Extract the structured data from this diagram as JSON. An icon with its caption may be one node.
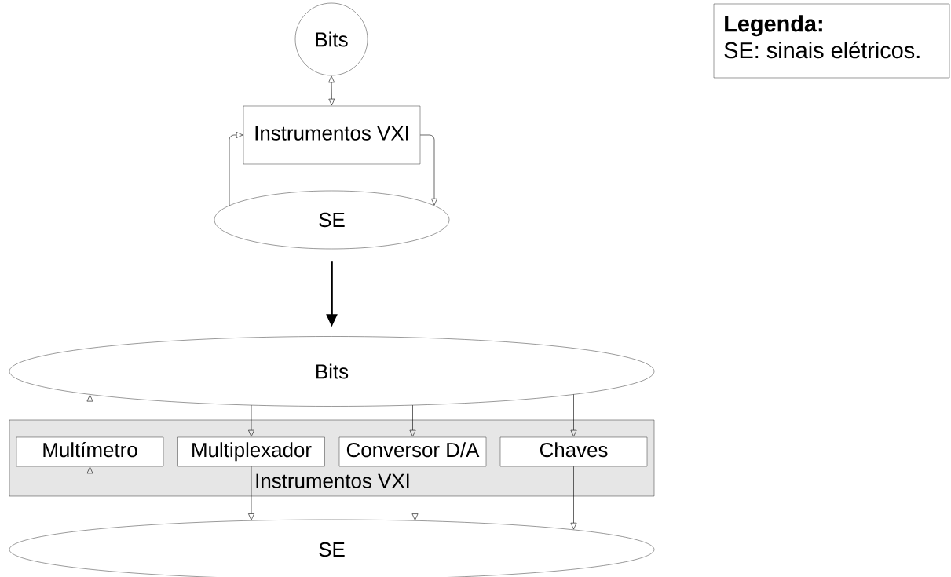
{
  "diagram": {
    "nodes": [
      {
        "text": [
          "Bits"
        ]
      },
      {
        "text": [
          "Instrumentos VXI"
        ]
      },
      {
        "text": [
          "SE"
        ]
      },
      {
        "text": [
          "Bits"
        ]
      },
      {
        "text": [
          "Instrumentos VXI"
        ]
      },
      {
        "text": [
          "Multímetro"
        ],
        "in": 4
      },
      {
        "text": [
          "Multiplexador"
        ],
        "in": 4
      },
      {
        "text": [
          "Conversor D/A"
        ],
        "in": 4
      },
      {
        "text": [
          "Chaves"
        ],
        "in": 4
      },
      {
        "text": [
          "SE"
        ]
      },
      {
        "text": [
          "Legenda:",
          "SE: sinais elétricos."
        ]
      }
    ],
    "edges": [
      {
        "from": 0,
        "to": 1,
        "arrow": "both"
      },
      {
        "from": 2,
        "to": 1,
        "arrow": "to"
      },
      {
        "from": 1,
        "to": 2,
        "arrow": "to"
      },
      {
        "from": 2,
        "to": 3,
        "arrow": "to",
        "style": "thick"
      },
      {
        "from": 5,
        "to": 3,
        "arrow": "to"
      },
      {
        "from": 3,
        "to": 6,
        "arrow": "to"
      },
      {
        "from": 3,
        "to": 7,
        "arrow": "to"
      },
      {
        "from": 3,
        "to": 8,
        "arrow": "to"
      },
      {
        "from": 6,
        "to": 9,
        "arrow": "to"
      },
      {
        "from": 7,
        "to": 9,
        "arrow": "to"
      },
      {
        "from": 8,
        "to": 9,
        "arrow": "to"
      },
      {
        "from": 9,
        "to": 5,
        "arrow": "to"
      }
    ]
  }
}
